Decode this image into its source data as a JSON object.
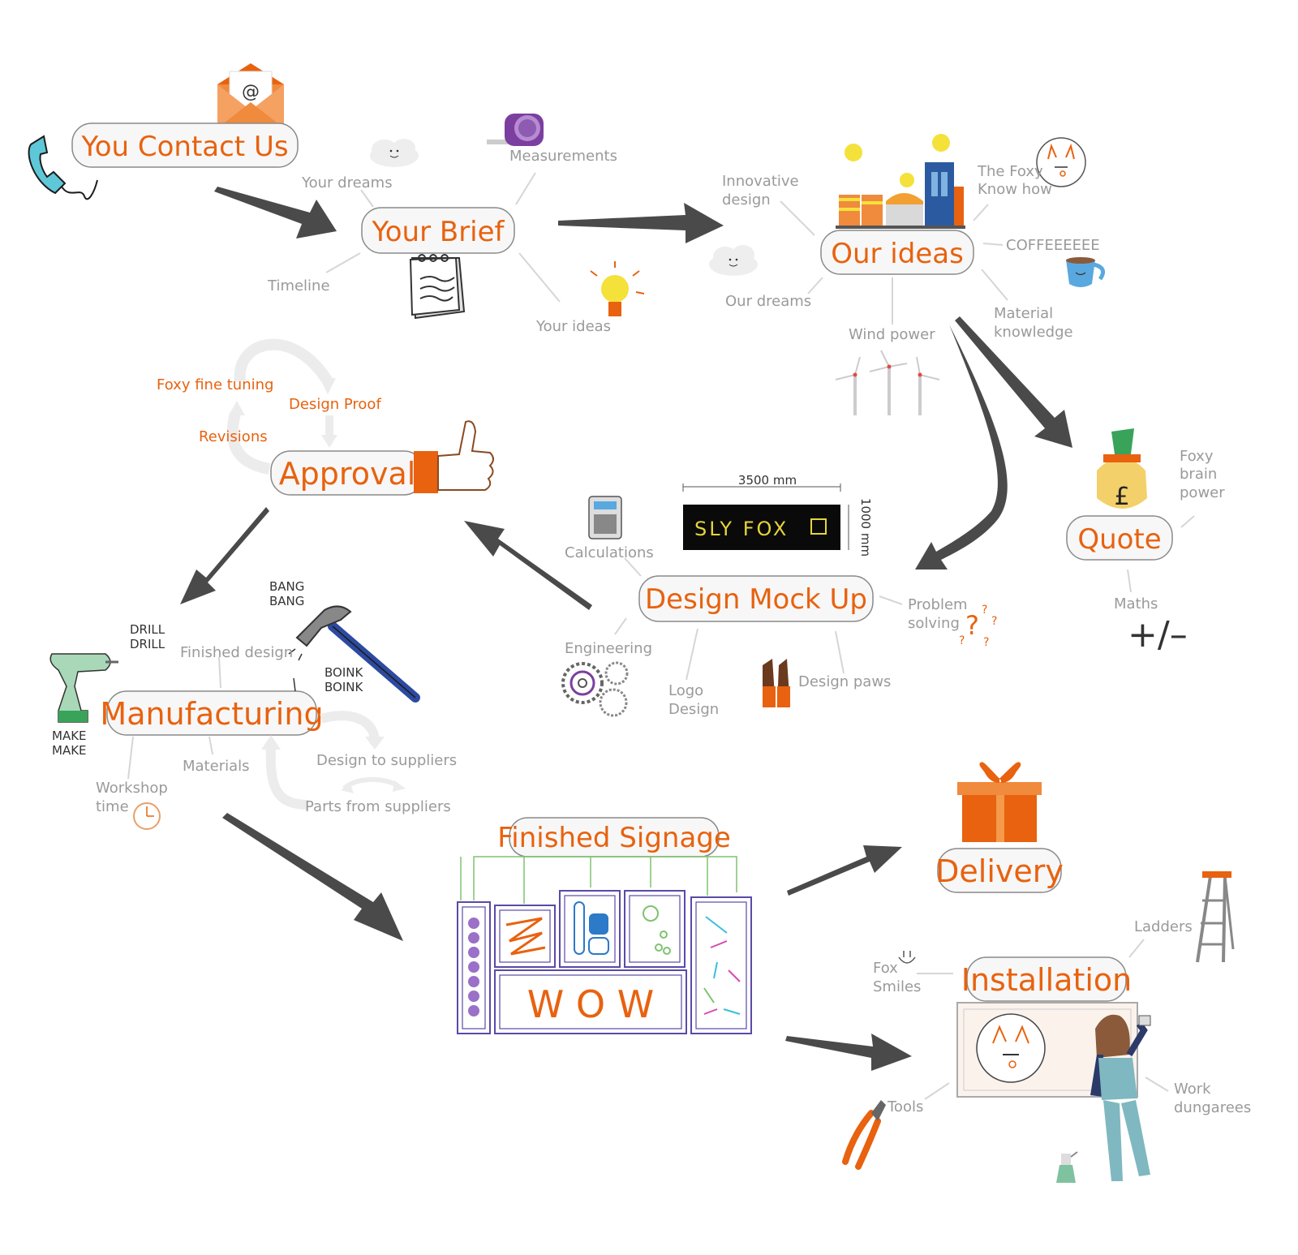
{
  "colors": {
    "accent": "#e8620f",
    "label_grey": "#9a9a9a",
    "arrow_grey": "#4a4a4a",
    "box_fill": "#f7f7f7"
  },
  "nodes": {
    "contact": "You Contact Us",
    "brief": "Your Brief",
    "ideas": "Our ideas",
    "approval": "Approval",
    "quote": "Quote",
    "mockup": "Design Mock Up",
    "manufacturing": "Manufacturing",
    "signage": "Finished Signage",
    "delivery": "Delivery",
    "installation": "Installation"
  },
  "brief_labels": {
    "dreams": "Your dreams",
    "measurements": "Measurements",
    "timeline": "Timeline",
    "ideas": "Your ideas"
  },
  "ideas_labels": {
    "innovative_1": "Innovative",
    "innovative_2": "design",
    "foxy_1": "The Foxy",
    "foxy_2": "Know how",
    "coffee": "COFFEEEEEE",
    "dreams": "Our dreams",
    "wind": "Wind power",
    "material_1": "Material",
    "material_2": "knowledge"
  },
  "approval_labels": {
    "fine_tuning": "Foxy fine tuning",
    "proof": "Design Proof",
    "revisions": "Revisions"
  },
  "quote_labels": {
    "brain_1": "Foxy",
    "brain_2": "brain",
    "brain_3": "power",
    "maths": "Maths",
    "plus_minus": "+/–"
  },
  "mockup_labels": {
    "calculations": "Calculations",
    "width": "3500 mm",
    "height": "1000 mm",
    "led_text": "SLY  FOX",
    "problem_1": "Problem",
    "problem_2": "solving",
    "engineering": "Engineering",
    "logo_1": "Logo",
    "logo_2": "Design",
    "paws": "Design paws"
  },
  "manufacturing_labels": {
    "bang_1": "BANG",
    "bang_2": "BANG",
    "drill_1": "DRILL",
    "drill_2": "DRILL",
    "finished": "Finished design",
    "boink_1": "BOINK",
    "boink_2": "BOINK",
    "make_1": "MAKE",
    "make_2": "MAKE",
    "materials": "Materials",
    "suppliers_to": "Design to suppliers",
    "suppliers_from": "Parts from suppliers",
    "workshop_1": "Workshop",
    "workshop_2": "time"
  },
  "signage_labels": {
    "wow": "W O W"
  },
  "installation_labels": {
    "ladders": "Ladders",
    "smiles_1": "Fox",
    "smiles_2": "Smiles",
    "tools": "Tools",
    "dungarees_1": "Work",
    "dungarees_2": "dungarees"
  }
}
